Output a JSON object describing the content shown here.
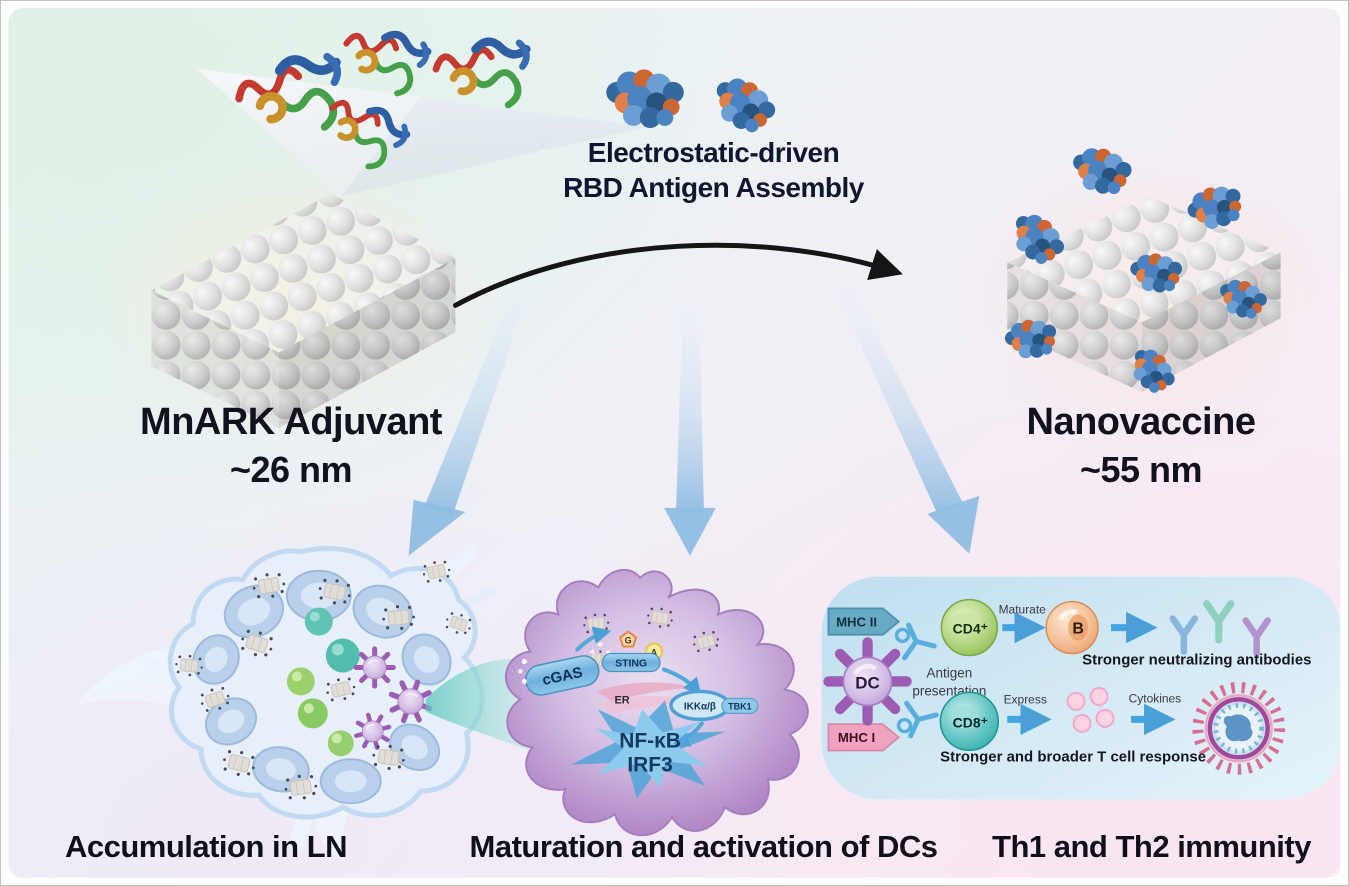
{
  "figure": {
    "assembly": {
      "line1": "Electrostatic-driven",
      "line2": "RBD Antigen Assembly"
    },
    "adjuvant": {
      "name": "MnARK Adjuvant",
      "size": "~26 nm"
    },
    "nanovaccine": {
      "name": "Nanovaccine",
      "size": "~55 nm"
    },
    "captions": {
      "ln": "Accumulation in LN",
      "dc": "Maturation and activation of DCs",
      "immunity": "Th1 and Th2 immunity"
    },
    "pathway": {
      "cgas": "cGAS",
      "sting": "STING",
      "er": "ER",
      "gtp": "G",
      "atp": "A",
      "ikk": "IKKα/β",
      "tbk1": "TBK1",
      "nfkb": "NF-κB",
      "irf3": "IRF3"
    },
    "panel": {
      "mhc2": "MHC II",
      "mhc1": "MHC I",
      "dc": "DC",
      "antigen1": "Antigen",
      "antigen2": "presentation",
      "cd4": "CD4⁺",
      "cd8": "CD8⁺",
      "b": "B",
      "maturate": "Maturate",
      "express": "Express",
      "cytokines": "Cytokines",
      "antibodies": "Stronger neutralizing antibodies",
      "tcell": "Stronger and broader T cell response"
    }
  },
  "colors": {
    "accent_blue": "#48a6de",
    "dc_purple": "#b48cc8",
    "panel_blue": "#cfe7f4",
    "mhc2_teal": "#68aac4",
    "mhc1_pink": "#f0a2be",
    "cd4_green": "#8cc050",
    "cd8_teal": "#38b4b4",
    "bcell_orange": "#eda876",
    "virus_pink": "#d65f87",
    "text_dark": "#14141e"
  }
}
